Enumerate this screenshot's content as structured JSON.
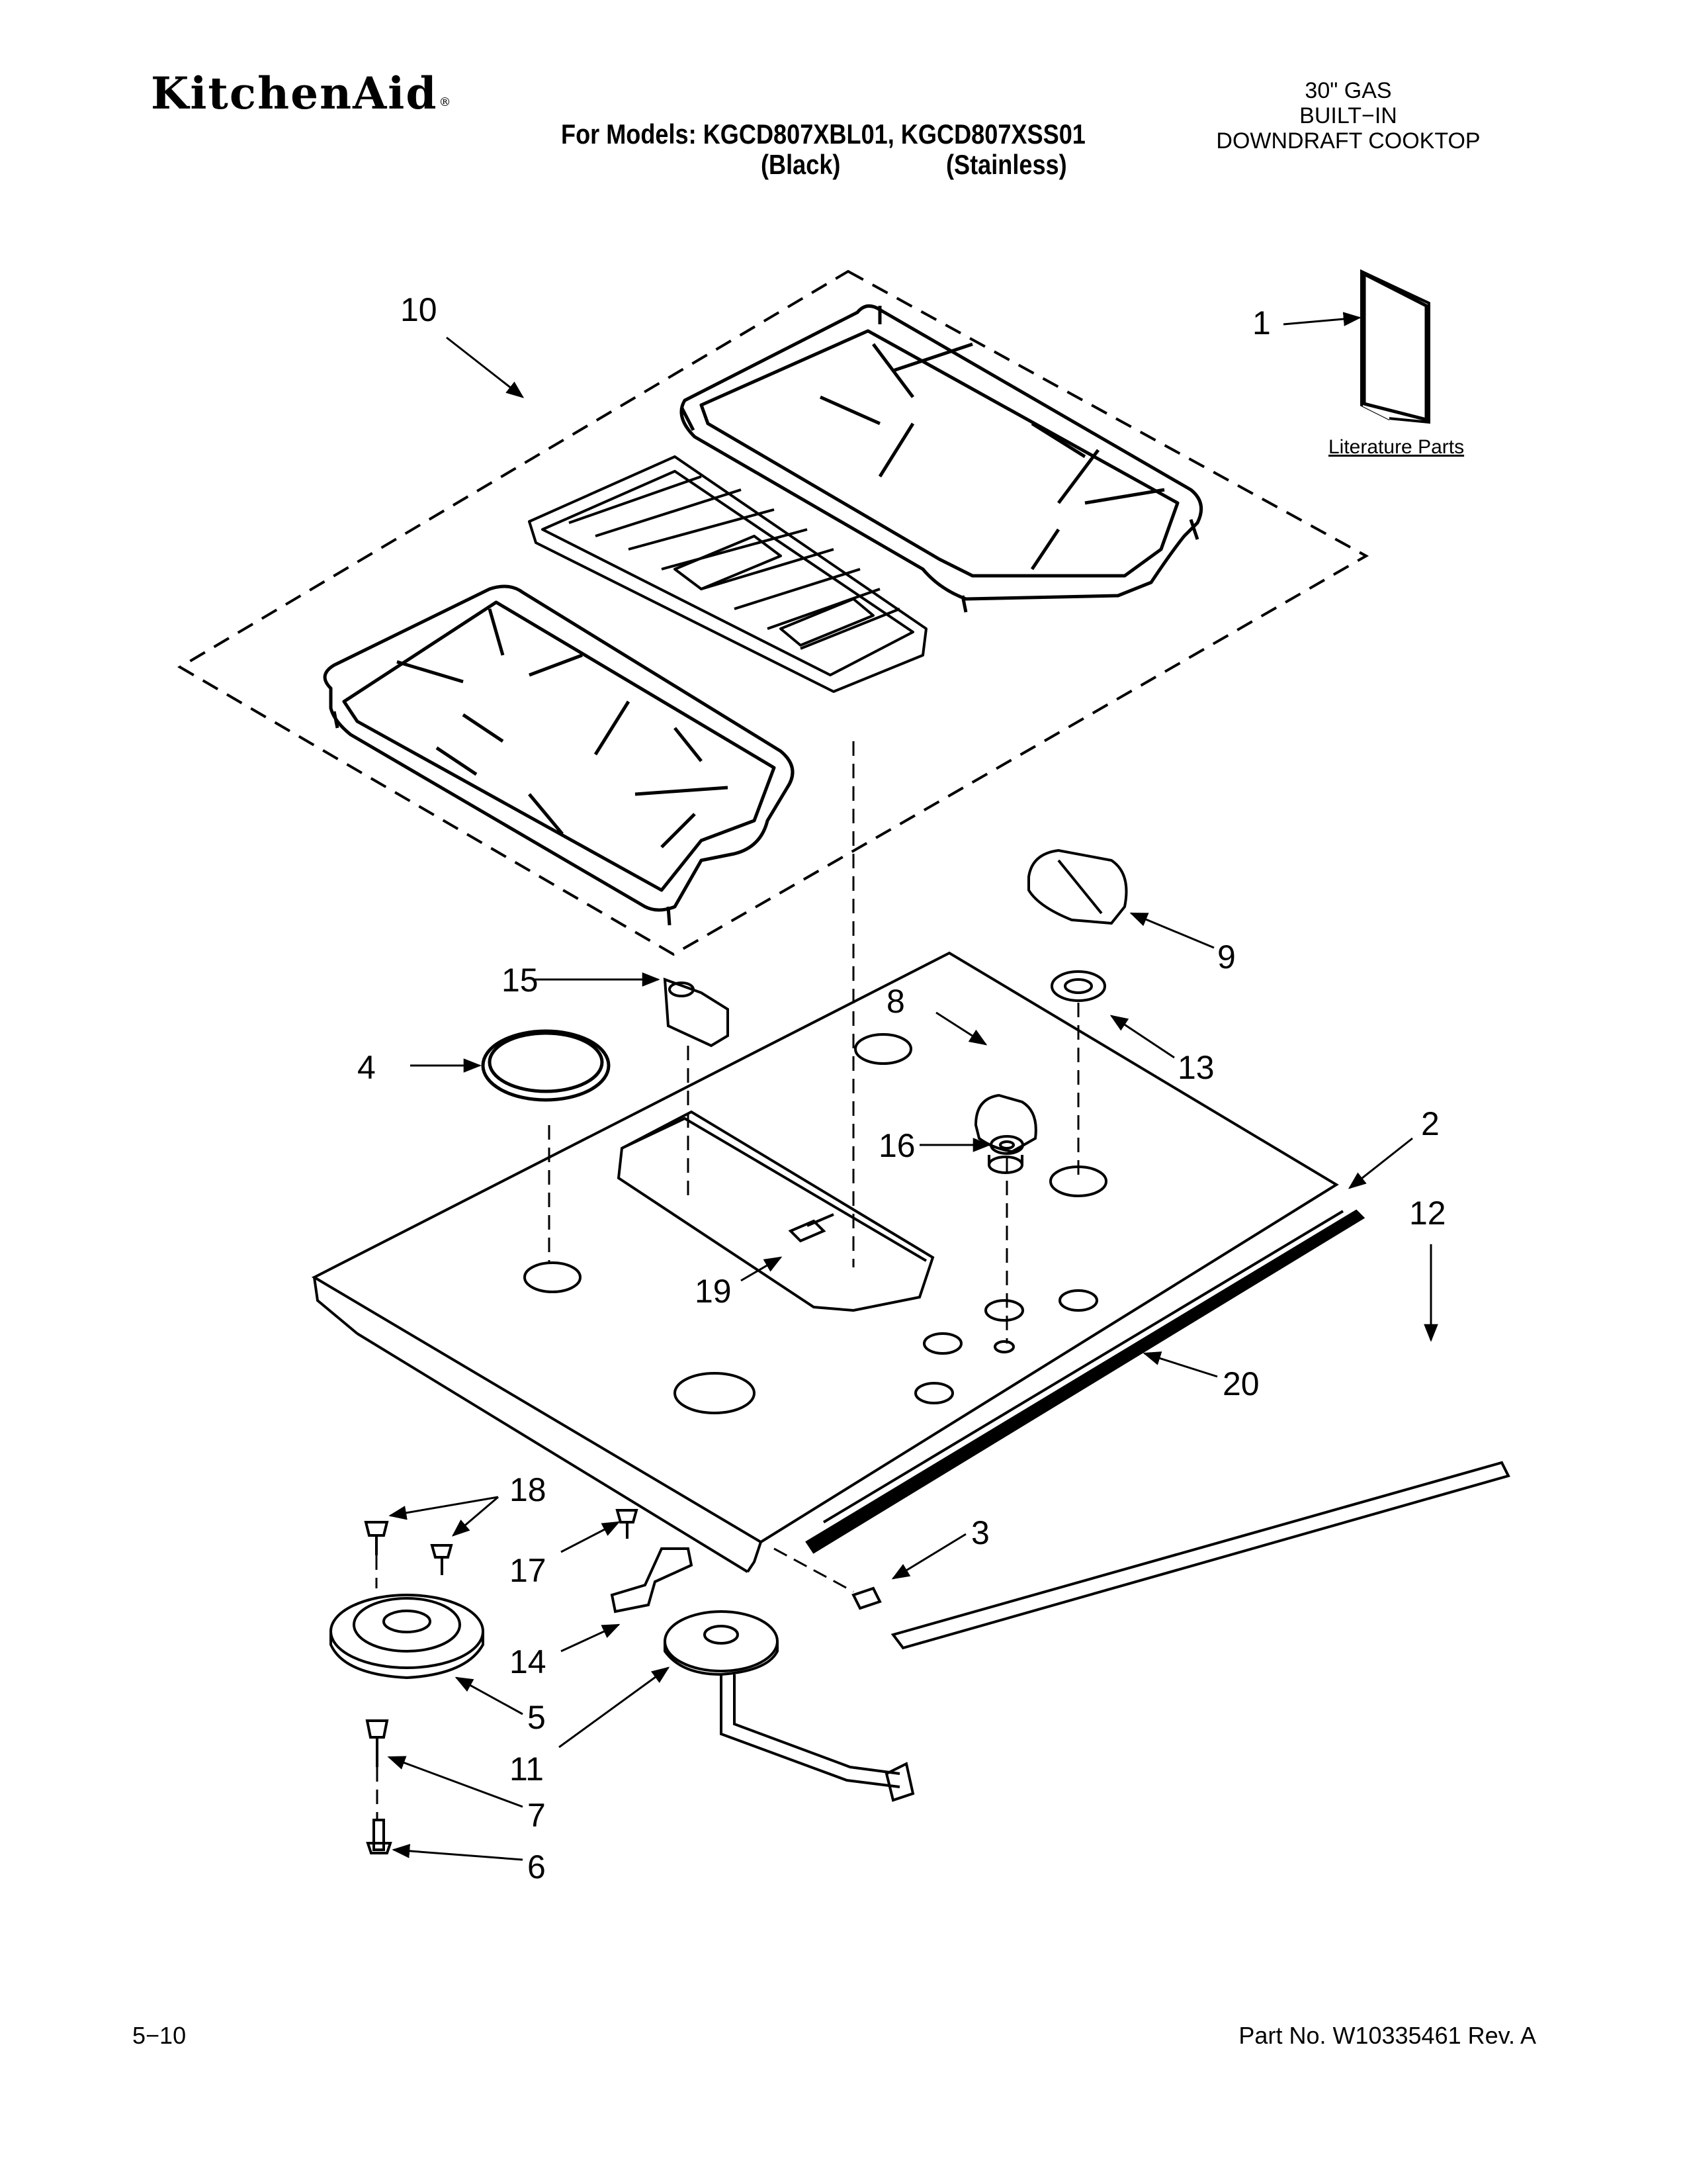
{
  "header": {
    "brand": "KitchenAid",
    "brand_mark": "®",
    "models_line": "For Models: KGCD807XBL01, KGCD807XSS01",
    "variant_black": "(Black)",
    "variant_stainless": "(Stainless)",
    "product_type": [
      "30\" GAS",
      "BUILT−IN",
      "DOWNDRAFT COOKTOP"
    ]
  },
  "diagram": {
    "literature_label": "Literature Parts",
    "callouts": {
      "c1": "1",
      "c2": "2",
      "c3": "3",
      "c4": "4",
      "c5": "5",
      "c6": "6",
      "c7": "7",
      "c8": "8",
      "c9": "9",
      "c10": "10",
      "c11": "11",
      "c12": "12",
      "c13": "13",
      "c14": "14",
      "c15": "15",
      "c16": "16",
      "c17": "17",
      "c18": "18",
      "c19": "19",
      "c20": "20"
    }
  },
  "footer": {
    "page": "5−10",
    "part_no": "Part No. W10335461 Rev. A"
  }
}
